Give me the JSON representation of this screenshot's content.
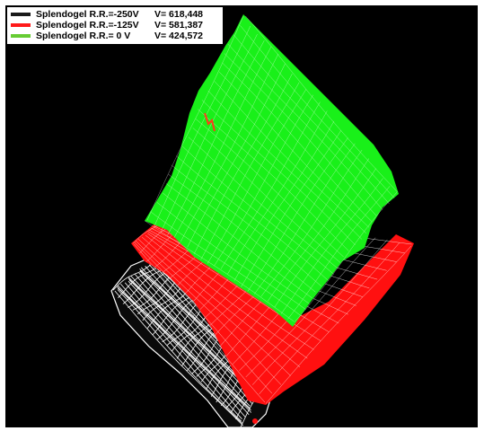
{
  "legend": {
    "items": [
      {
        "name": "Splendogel R.R.=-250V",
        "volume": "V= 618,448",
        "color": "#1a1a1a"
      },
      {
        "name": "Splendogel R.R.=-125V",
        "volume": "V= 581,387",
        "color": "#ff1a1a"
      },
      {
        "name": "Splendogel R.R.= 0 V",
        "volume": "V= 424,572",
        "color": "#66cc33"
      }
    ]
  },
  "surfaces": {
    "white_mesh_color": "#ffffff",
    "red_surface_color": "#ff1010",
    "green_surface_color": "#19f019",
    "background_color": "#000000"
  }
}
